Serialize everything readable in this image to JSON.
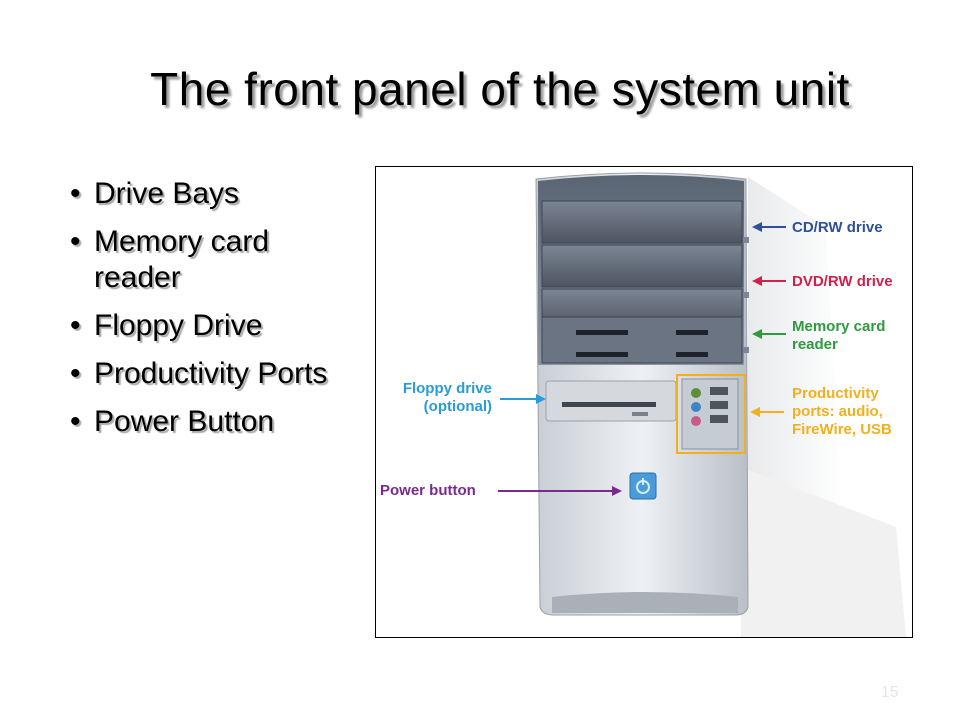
{
  "slide": {
    "title": "The front panel of the system unit",
    "bullets": [
      "Drive Bays",
      "Memory card reader",
      "Floppy  Drive",
      "Productivity Ports",
      "Power Button"
    ],
    "page_number": "15"
  },
  "figure": {
    "callouts": {
      "cd_rw": "CD/RW drive",
      "dvd_rw": "DVD/RW drive",
      "memory_card_line1": "Memory card",
      "memory_card_line2": "reader",
      "floppy_line1": "Floppy drive",
      "floppy_line2": "(optional)",
      "productivity_line1": "Productivity",
      "productivity_line2": "ports: audio,",
      "productivity_line3": "FireWire, USB",
      "power_button": "Power button"
    },
    "colors": {
      "cd_rw": "#2e4f9e",
      "dvd_rw": "#d3204a",
      "memory_card": "#2f9a3f",
      "floppy": "#2a9bd8",
      "productivity": "#f2b01e",
      "power_button": "#7a2a8e"
    },
    "icons": [
      "computer-tower-icon",
      "power-icon"
    ]
  }
}
